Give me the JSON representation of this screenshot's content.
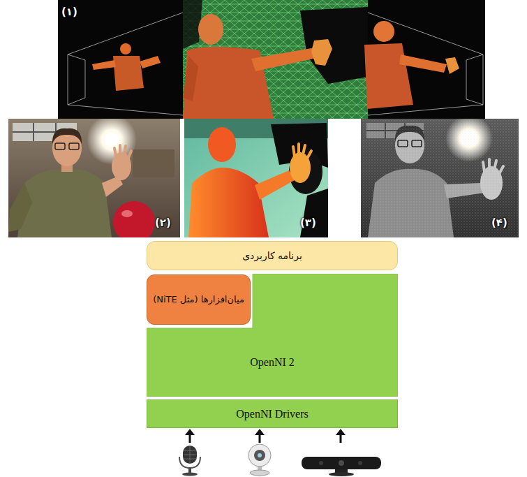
{
  "diagram": {
    "nodes": [
      {
        "text": [
          "برنامه کاربردی"
        ]
      },
      {
        "text": [
          "میان‌افزارها (مثل NiTE)"
        ]
      },
      {
        "text": [
          "OpenNI 2"
        ]
      },
      {
        "text": [
          "OpenNI Drivers"
        ]
      }
    ],
    "labels": [
      "(۱)",
      "(۲)",
      "(۳)",
      "(۴)"
    ]
  }
}
